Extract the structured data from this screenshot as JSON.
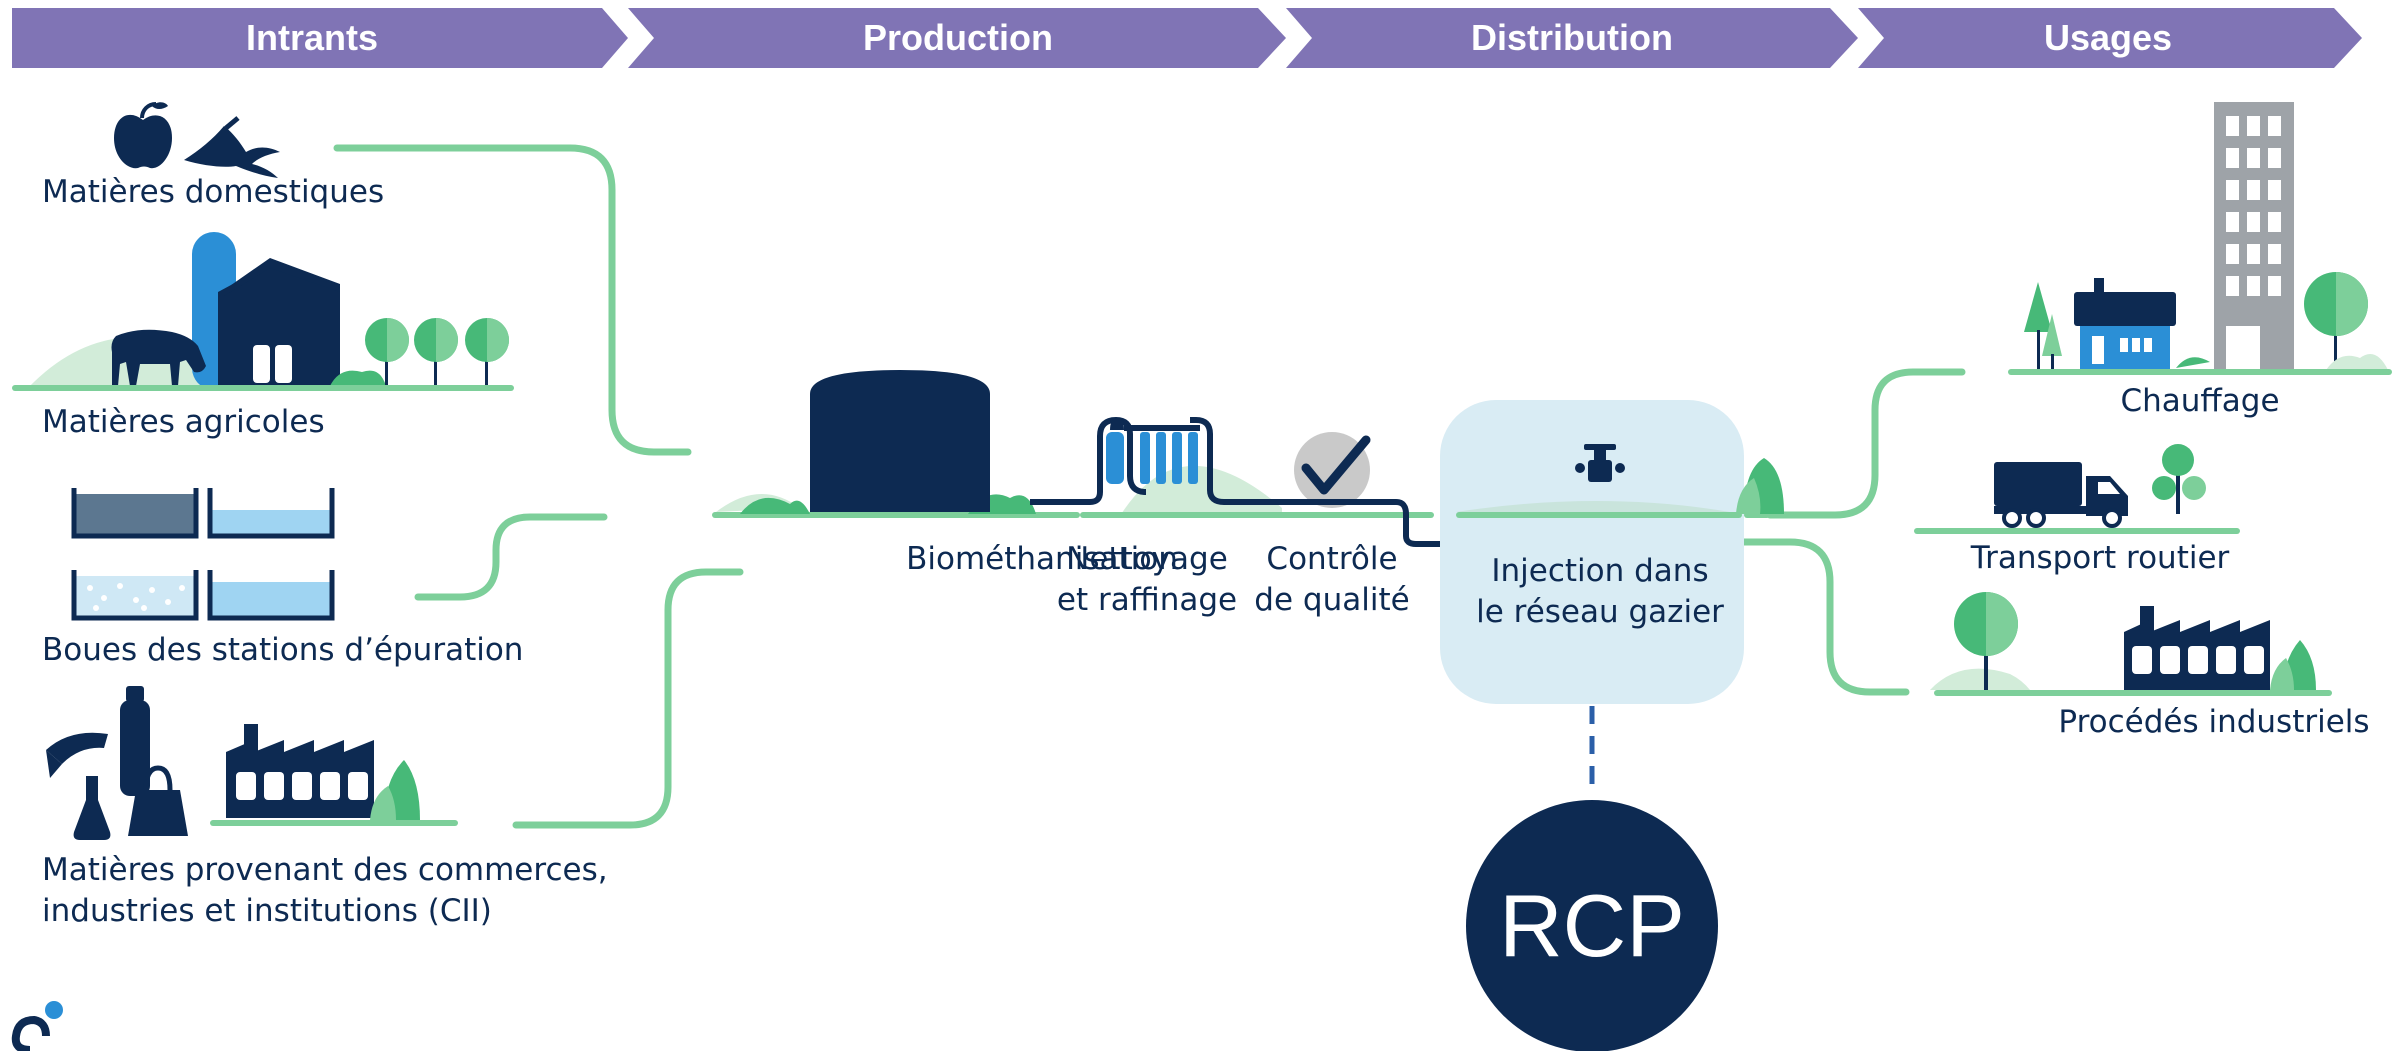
{
  "stages": [
    {
      "label": "Intrants"
    },
    {
      "label": "Production"
    },
    {
      "label": "Distribution"
    },
    {
      "label": "Usages"
    }
  ],
  "inputs": {
    "domestic": "Matières domestiques",
    "agricultural": "Matières agricoles",
    "sludge": "Boues des stations d’épuration",
    "cii_line1": "Matières provenant des commerces,",
    "cii_line2": "industries et institutions (CII)"
  },
  "production": {
    "digestion": "Biométhanisation",
    "cleaning_line1": "Nettoyage",
    "cleaning_line2": "et raffinage",
    "quality_line1": "Contrôle",
    "quality_line2": "de qualité"
  },
  "distribution": {
    "injection_line1": "Injection dans",
    "injection_line2": "le réseau gazier",
    "rcp": "RCP"
  },
  "usages": {
    "heating": "Chauffage",
    "transport": "Transport routier",
    "industrial": "Procédés industriels"
  },
  "colors": {
    "band": "#8074b5",
    "navy": "#0d2a52",
    "pipe_green": "#7dcf9a",
    "light_green": "#d2ecd9",
    "blue": "#2b8fd6",
    "light_blue": "#d9ecf4",
    "grey": "#9ea3a8"
  }
}
